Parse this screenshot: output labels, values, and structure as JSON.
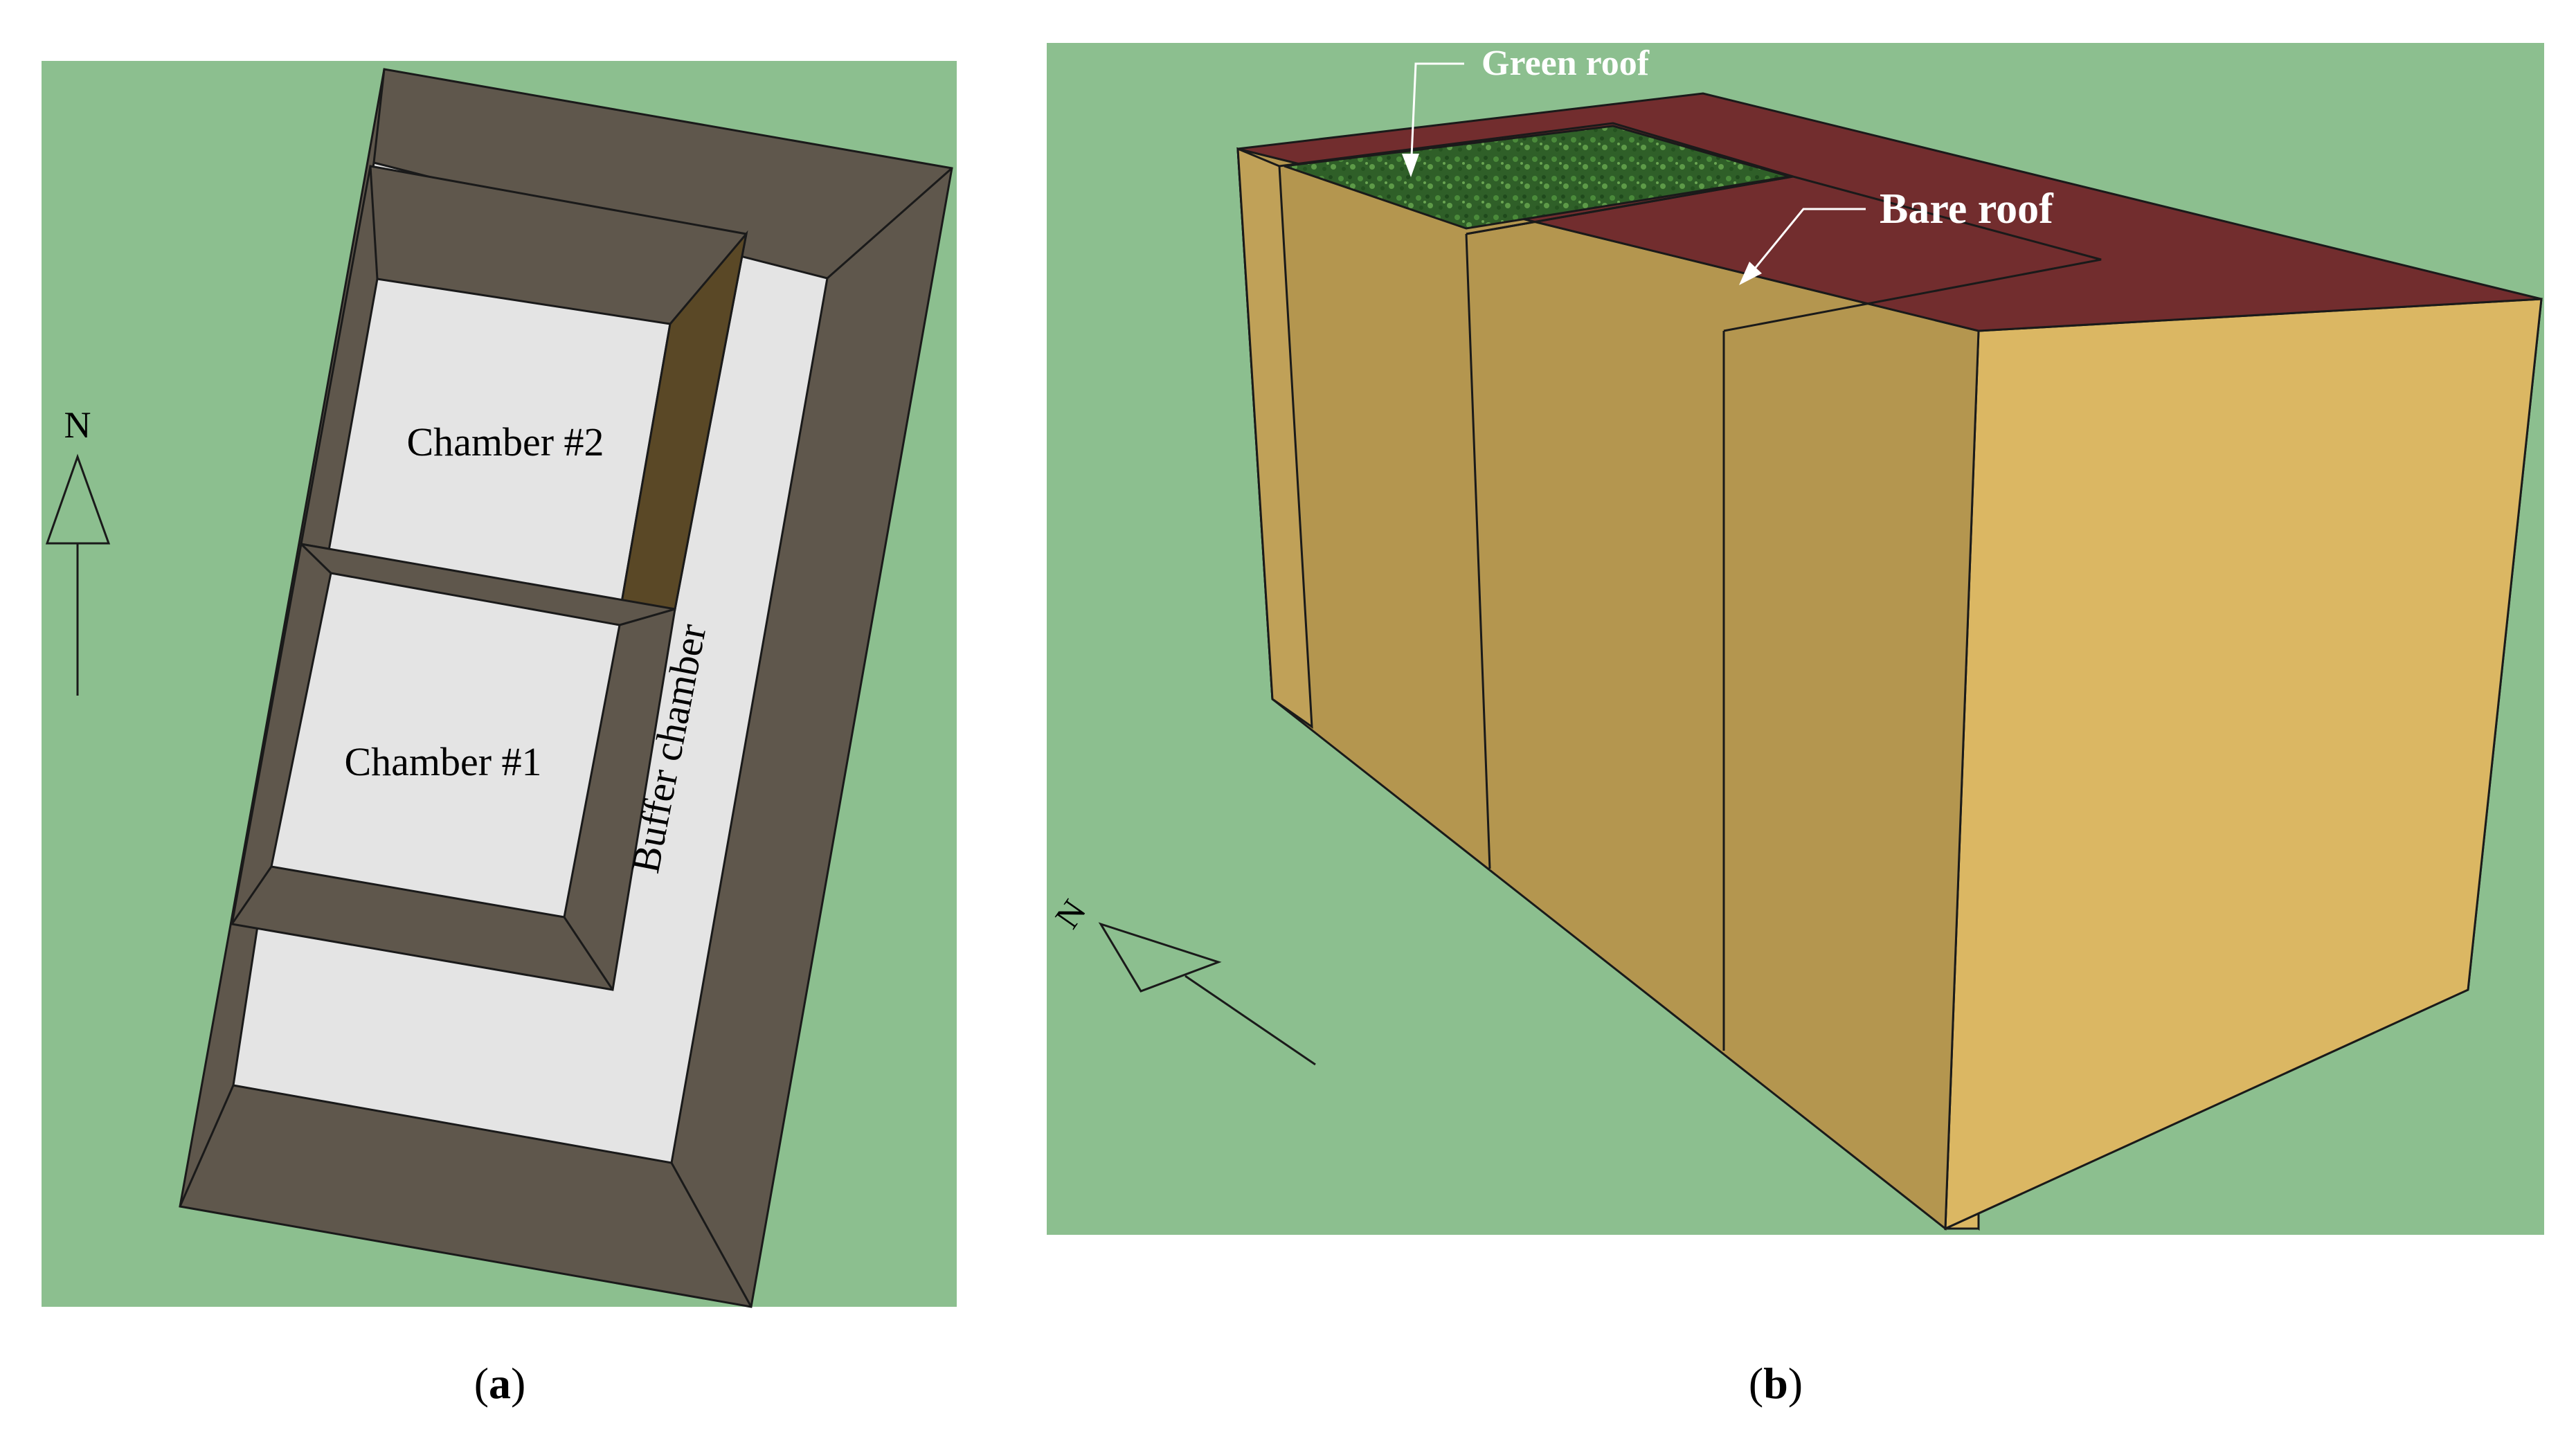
{
  "panel_a": {
    "chamber_2_label": "Chamber #2",
    "chamber_1_label": "Chamber #1",
    "buffer_label": "Buffer chamber",
    "north_label": "N",
    "caption_open": "(",
    "caption_letter": "a",
    "caption_close": ")"
  },
  "panel_b": {
    "green_roof_label": "Green roof",
    "bare_roof_label": "Bare roof",
    "north_label": "N",
    "caption_open": "(",
    "caption_letter": "b",
    "caption_close": ")"
  },
  "colors": {
    "ground": "#8cbf8f",
    "wall_top": "#5f574c",
    "floor": "#e4e4e4",
    "roof": "#722d2e",
    "wall_front": "#dbb763",
    "wall_side": "#b4964f",
    "green_roof": "#356b2c"
  }
}
